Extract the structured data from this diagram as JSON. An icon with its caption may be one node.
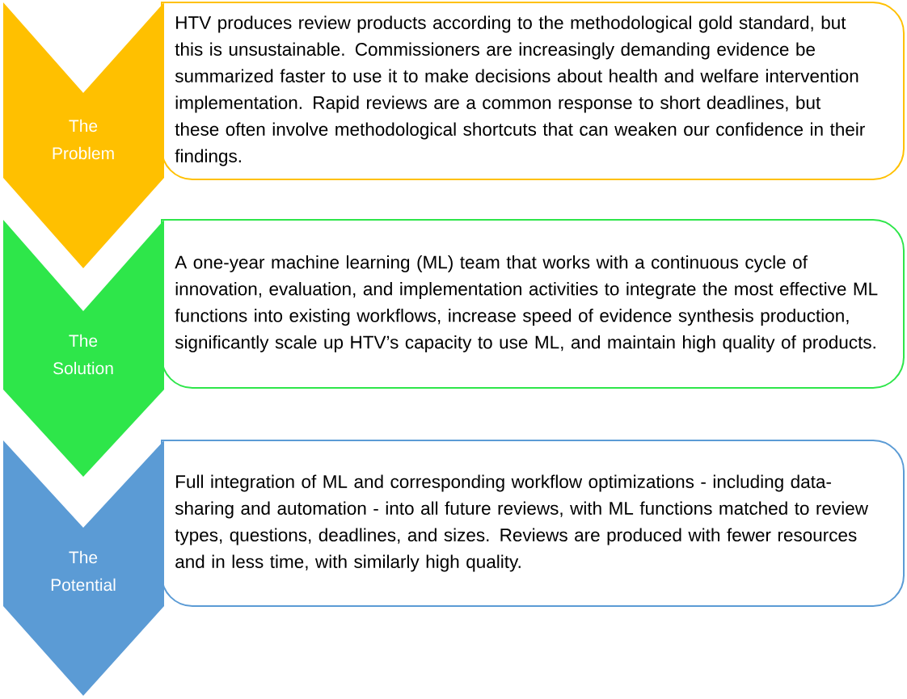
{
  "diagram": {
    "nodes": [
      {
        "text": [
          "The Problem"
        ]
      },
      {
        "text": [
          "HTV produces review products according to the methodological gold standard, but this is unsustainable. Commissioners are increasingly demanding evidence be summarized faster to use it to make decisions about health and welfare intervention implementation. Rapid reviews are a common response to short deadlines, but these often involve methodological shortcuts that can weaken our confidence in their findings."
        ]
      },
      {
        "text": [
          "The Solution"
        ]
      },
      {
        "text": [
          "A one-year machine learning (ML) team that works with a continuous cycle of innovation, evaluation, and implementation activities to integrate the most effective ML functions into existing workflows, increase speed of evidence synthesis production, significantly scale up HTV’s capacity to use ML, and maintain high quality of products."
        ]
      },
      {
        "text": [
          "The Potential"
        ]
      },
      {
        "text": [
          "Full integration of ML and corresponding workflow optimizations - including data-sharing and automation - into all future reviews, with ML functions matched to review types, questions, deadlines, and sizes. Reviews are produced with fewer resources and in less time, with similarly high quality."
        ]
      }
    ]
  }
}
